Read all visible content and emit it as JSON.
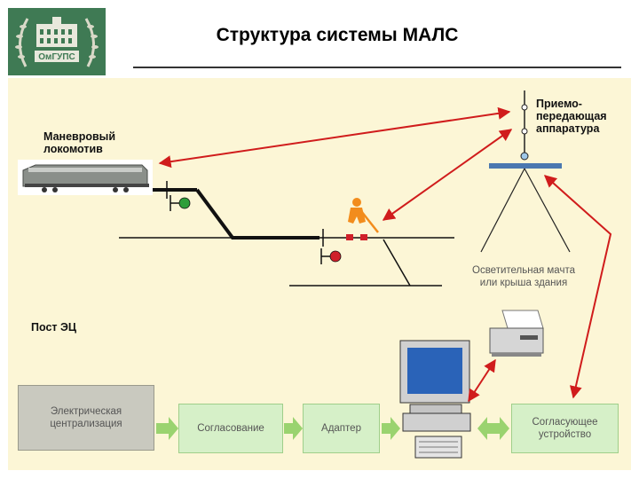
{
  "header": {
    "title": "Структура системы МАЛС",
    "logo_text": "ОмГУПС"
  },
  "labels": {
    "locomotive": "Маневровый\nлокомотив",
    "transceiver": "Приемо-\nпередающая\nаппаратура",
    "mast": "Осветительная мачта\nили крыша здания",
    "post": "Пост ЭЦ"
  },
  "blocks": {
    "interlocking": "Электрическая\nцентрализация",
    "coordination": "Согласование",
    "adapter": "Адаптер",
    "matching_device": "Согласующее\nустройство"
  },
  "signals": {
    "green": "#2e9e3a",
    "red": "#d0202a"
  },
  "colors": {
    "panel_bg": "#fcf6d6",
    "arrow_red": "#d01c1c",
    "arrow_green": "#9ad36f",
    "worker": "#f28c1c"
  }
}
